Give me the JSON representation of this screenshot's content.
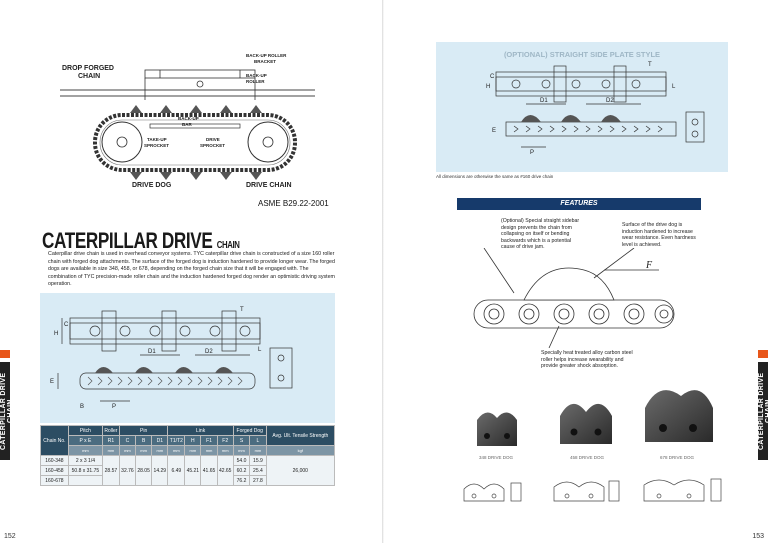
{
  "left_page": {
    "diagram_labels": {
      "drop_forged": "DROP FORGED",
      "chain": "CHAIN",
      "backup_roller_bracket_1": "BACK-UP ROLLER",
      "backup_roller_bracket_2": "BRACKET",
      "backup_roller_1": "BACK-UP",
      "backup_roller_2": "ROLLER",
      "backup_bar_1": "BACK-UP",
      "backup_bar_2": "BAR",
      "takeup_1": "TAKE-UP",
      "takeup_2": "SPROCKET",
      "drive_sp_1": "DRIVE",
      "drive_sp_2": "SPROCKET",
      "drive_dog": "DRIVE DOG",
      "drive_chain": "DRIVE CHAIN"
    },
    "asme": "ASME B29.22-2001",
    "title_main": "CATERPILLAR DRIVE",
    "title_small": "CHAIN",
    "body": "Caterpillar drive chain is used in overhead conveyor systems. TYC caterpillar drive chain is constructed of a size 160 roller chain with forged dog attachments. The surface of the forged dog is induction hardened to provide longer wear. The forged dogs are available in size 348, 458, or 678, depending on the forged chain size that it will be engaged with. The combination of TYC precision-made roller chain and the induction hardened forged dog render an optimistic driving system operation.",
    "dim_labels": {
      "d1": "D1",
      "d2": "D2",
      "t": "T",
      "l": "L",
      "h": "H",
      "c": "C",
      "e": "E",
      "p": "P",
      "b": "B"
    },
    "table": {
      "h1": [
        "Chain No.",
        "Pitch",
        "Roller",
        "Pin",
        "Link",
        "Forged Dog",
        "Avg. Ult. Tensile Strength"
      ],
      "h2": [
        "P x E",
        "R1",
        "C",
        "B",
        "D1",
        "T1/T2",
        "H",
        "F1",
        "F2",
        "S",
        "L"
      ],
      "h3": [
        "mm",
        "mm",
        "mm",
        "mm",
        "mm",
        "mm",
        "mm",
        "mm",
        "mm",
        "mm",
        "mm",
        "kgf"
      ],
      "rows": [
        {
          "model": "160-348",
          "pe": "2 x 3 1/4",
          "r1": "",
          "c": "",
          "b": "",
          "d1": "",
          "t": "",
          "h": "",
          "f1": "",
          "f2": "",
          "s": "54.0",
          "l": "15.9",
          "tens": ""
        },
        {
          "model": "160-458",
          "pe": "50.8 x 31.75",
          "r1": "28.57",
          "c": "32.76",
          "b": "28.05",
          "d1": "14.29",
          "t": "6.49",
          "h": "45.21",
          "f1": "41.65",
          "f2": "42.65",
          "s": "60.2",
          "l": "25.4",
          "tens": "26,000"
        },
        {
          "model": "160-678",
          "pe": "",
          "r1": "",
          "c": "",
          "b": "",
          "d1": "",
          "t": "",
          "h": "",
          "f1": "",
          "f2": "",
          "s": "76.2",
          "l": "27.8",
          "tens": ""
        }
      ]
    },
    "side_tab": "CATERPILLAR DRIVE CHAIN",
    "page_number": "152"
  },
  "right_page": {
    "opt_title": "(OPTIONAL) STRAIGHT SIDE PLATE STYLE",
    "opt_dims": {
      "d1": "D1",
      "d2": "D2",
      "t": "T",
      "l": "L",
      "h": "H",
      "c": "C",
      "e": "E",
      "p": "P"
    },
    "note": "All dimensions are otherwise the same as #160 drive chain",
    "features_title": "FEATURES",
    "feature_1": "(Optional) Special straight sidebar design prevents the chain from collapsing on itself or bending backwards which is a potential cause of drive jam.",
    "feature_2": "Surface of the drive dog is induction hardened to increase wear resistance. Even hardness level is achieved.",
    "feature_3": "Specially heat treated alloy carbon steel roller helps increase wearability and provide greater shock absorption.",
    "force_label": "F",
    "dogs": [
      "348 DRIVE DOG",
      "458 DRIVE DOG",
      "678 DRIVE DOG"
    ],
    "side_tab": "CATERPILLAR DRIVE CHAIN",
    "page_number": "153"
  },
  "colors": {
    "accent_orange": "#e8561a",
    "panel_blue": "#d9ebf5",
    "features_navy": "#163a6b",
    "table_header": "#2c4d63"
  }
}
